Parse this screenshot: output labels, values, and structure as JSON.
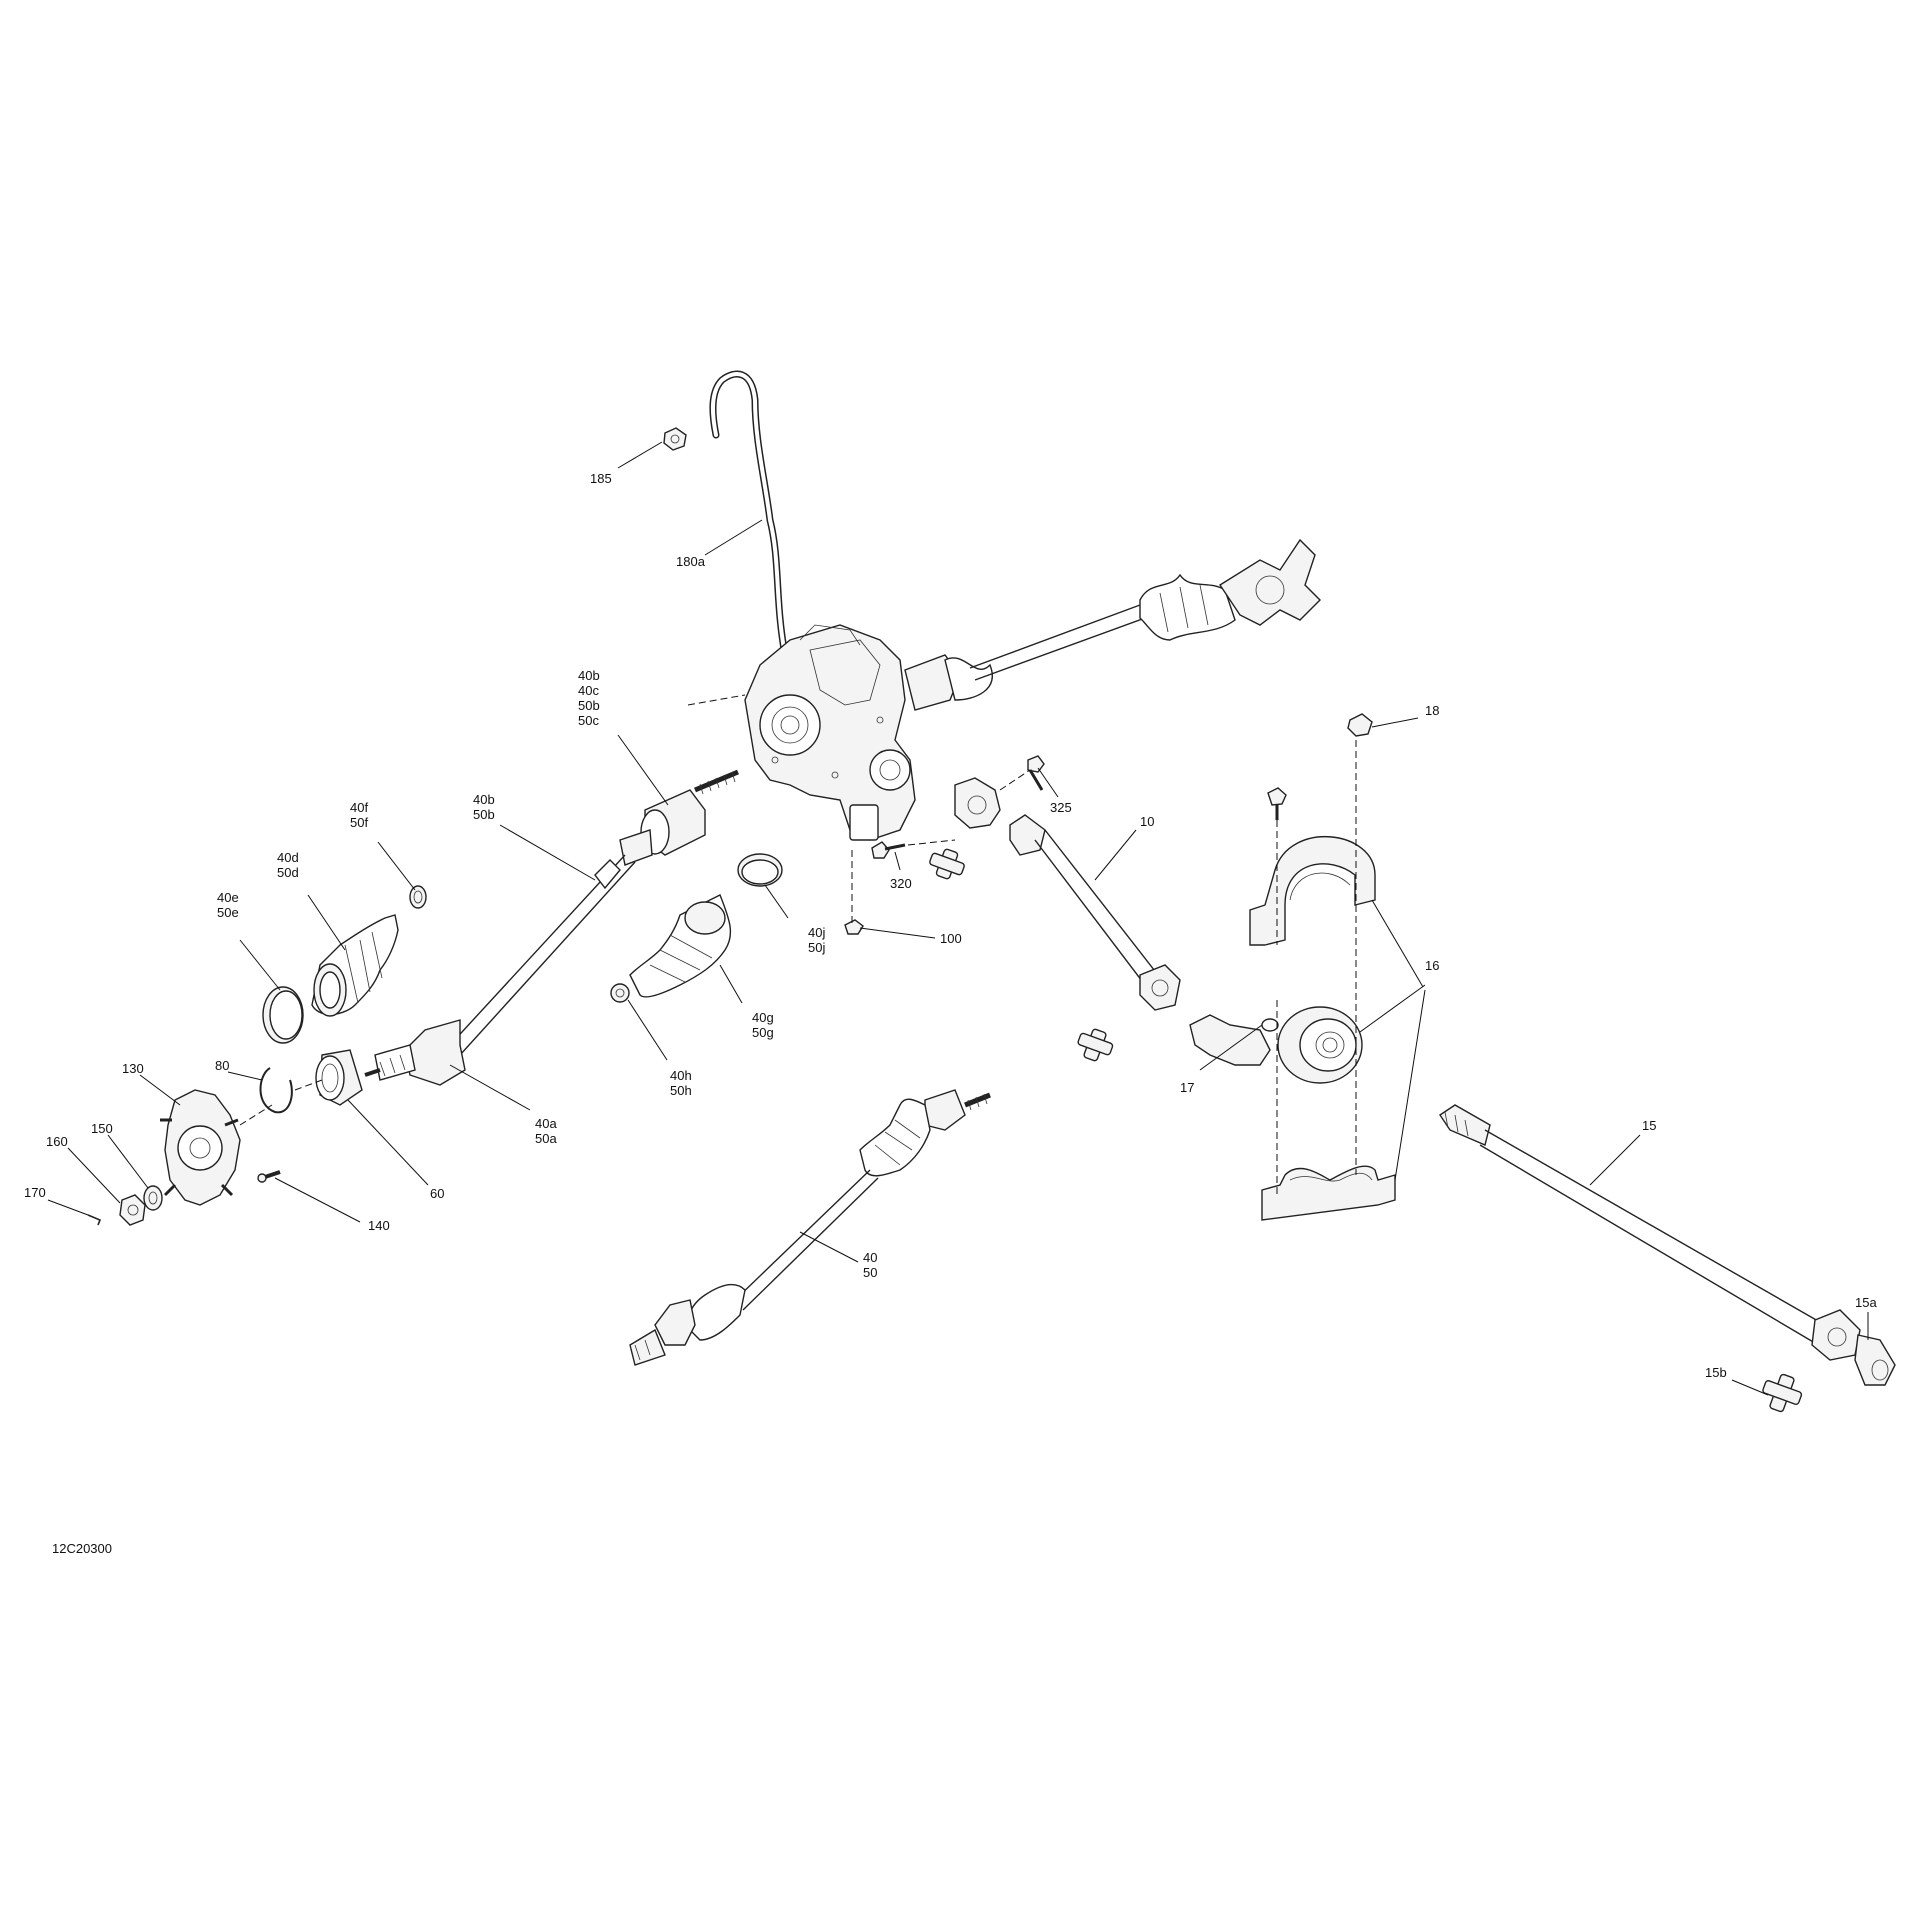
{
  "diagram_code": "12C20300",
  "callouts": [
    {
      "id": "c185",
      "lines": [
        "185"
      ]
    },
    {
      "id": "c180a",
      "lines": [
        "180a"
      ]
    },
    {
      "id": "c40b50c",
      "lines": [
        "40b",
        "40c",
        "50b",
        "50c"
      ]
    },
    {
      "id": "c40b50b",
      "lines": [
        "40b",
        "50b"
      ]
    },
    {
      "id": "c40f",
      "lines": [
        "40f",
        "50f"
      ]
    },
    {
      "id": "c40d",
      "lines": [
        "40d",
        "50d"
      ]
    },
    {
      "id": "c40e",
      "lines": [
        "40e",
        "50e"
      ]
    },
    {
      "id": "c40j",
      "lines": [
        "40j",
        "50j"
      ]
    },
    {
      "id": "c40g",
      "lines": [
        "40g",
        "50g"
      ]
    },
    {
      "id": "c40h",
      "lines": [
        "40h",
        "50h"
      ]
    },
    {
      "id": "c40a",
      "lines": [
        "40a",
        "50a"
      ]
    },
    {
      "id": "c130",
      "lines": [
        "130"
      ]
    },
    {
      "id": "c80",
      "lines": [
        "80"
      ]
    },
    {
      "id": "c150",
      "lines": [
        "150"
      ]
    },
    {
      "id": "c160",
      "lines": [
        "160"
      ]
    },
    {
      "id": "c170",
      "lines": [
        "170"
      ]
    },
    {
      "id": "c140",
      "lines": [
        "140"
      ]
    },
    {
      "id": "c60",
      "lines": [
        "60"
      ]
    },
    {
      "id": "c325",
      "lines": [
        "325"
      ]
    },
    {
      "id": "c320",
      "lines": [
        "320"
      ]
    },
    {
      "id": "c100",
      "lines": [
        "100"
      ]
    },
    {
      "id": "c10",
      "lines": [
        "10"
      ]
    },
    {
      "id": "c18",
      "lines": [
        "18"
      ]
    },
    {
      "id": "c16",
      "lines": [
        "16"
      ]
    },
    {
      "id": "c17",
      "lines": [
        "17"
      ]
    },
    {
      "id": "c15",
      "lines": [
        "15"
      ]
    },
    {
      "id": "c15a",
      "lines": [
        "15a"
      ]
    },
    {
      "id": "c15b",
      "lines": [
        "15b"
      ]
    },
    {
      "id": "c4050",
      "lines": [
        "40",
        "50"
      ]
    }
  ]
}
